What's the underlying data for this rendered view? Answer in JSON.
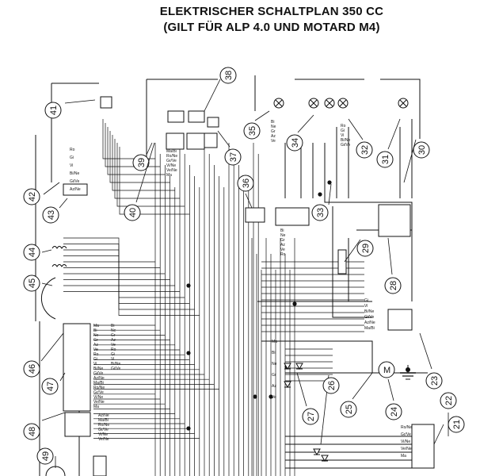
{
  "title": {
    "line1": "ELEKTRISCHER SCHALTPLAN 350 CC",
    "line2": "(GILT FÜR ALP 4.0 UND MOTARD M4)"
  },
  "callouts": [
    "21",
    "22",
    "23",
    "24",
    "25",
    "26",
    "27",
    "28",
    "29",
    "30",
    "31",
    "32",
    "33",
    "34",
    "35",
    "36",
    "37",
    "38",
    "39",
    "40",
    "41",
    "42",
    "43",
    "44",
    "45",
    "46",
    "47",
    "48",
    "49"
  ],
  "wire_labels": [
    "Ma",
    "Bi",
    "Ne",
    "Gr",
    "Az",
    "Ve",
    "Ro",
    "Gi",
    "Vi",
    "Bi/Ne",
    "Gi/Ve",
    "Az/Ne",
    "Ma/Bi",
    "Ro/Ne",
    "Gr/Ve",
    "Vi/Ne",
    "Ve/Ne"
  ]
}
